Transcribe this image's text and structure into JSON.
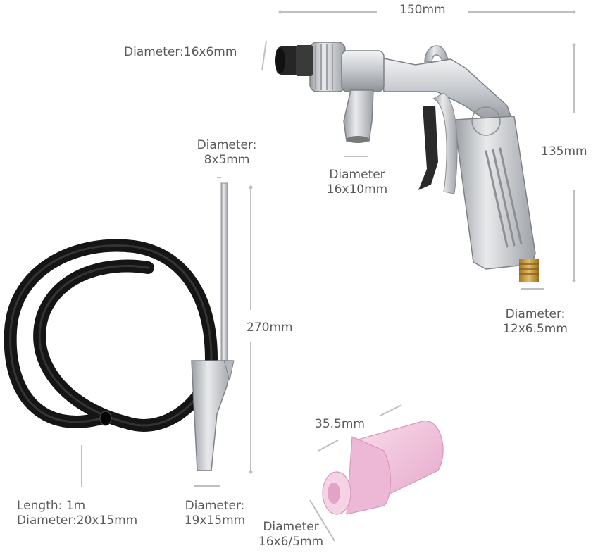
{
  "colors": {
    "background": "#ffffff",
    "metal": "#c9ccd0",
    "hose": "#1a1a1a",
    "ceramic_nozzle": "#f0c3dc",
    "brass": "#c99a3a",
    "dimension_line": "#bfbfbf"
  },
  "dimensions": {
    "gun_length": "150mm",
    "gun_height": "135mm",
    "gun_nozzle": "Diameter:16x6mm",
    "gun_inlet_label": "Diameter",
    "gun_inlet_value": "16x10mm",
    "gun_air_fitting_label": "Diameter:",
    "gun_air_fitting_value": "12x6.5mm",
    "pickup_tube_label": "Diameter:",
    "pickup_tube_value": "8x5mm",
    "pickup_length": "270mm",
    "pickup_base_label": "Diameter:",
    "pickup_base_value": "19x15mm",
    "hose_length": "Length: 1m",
    "hose_diameter": "Diameter:20x15mm",
    "ceramic_length": "35.5mm",
    "ceramic_label": "Diameter",
    "ceramic_value": "16x6/5mm"
  }
}
